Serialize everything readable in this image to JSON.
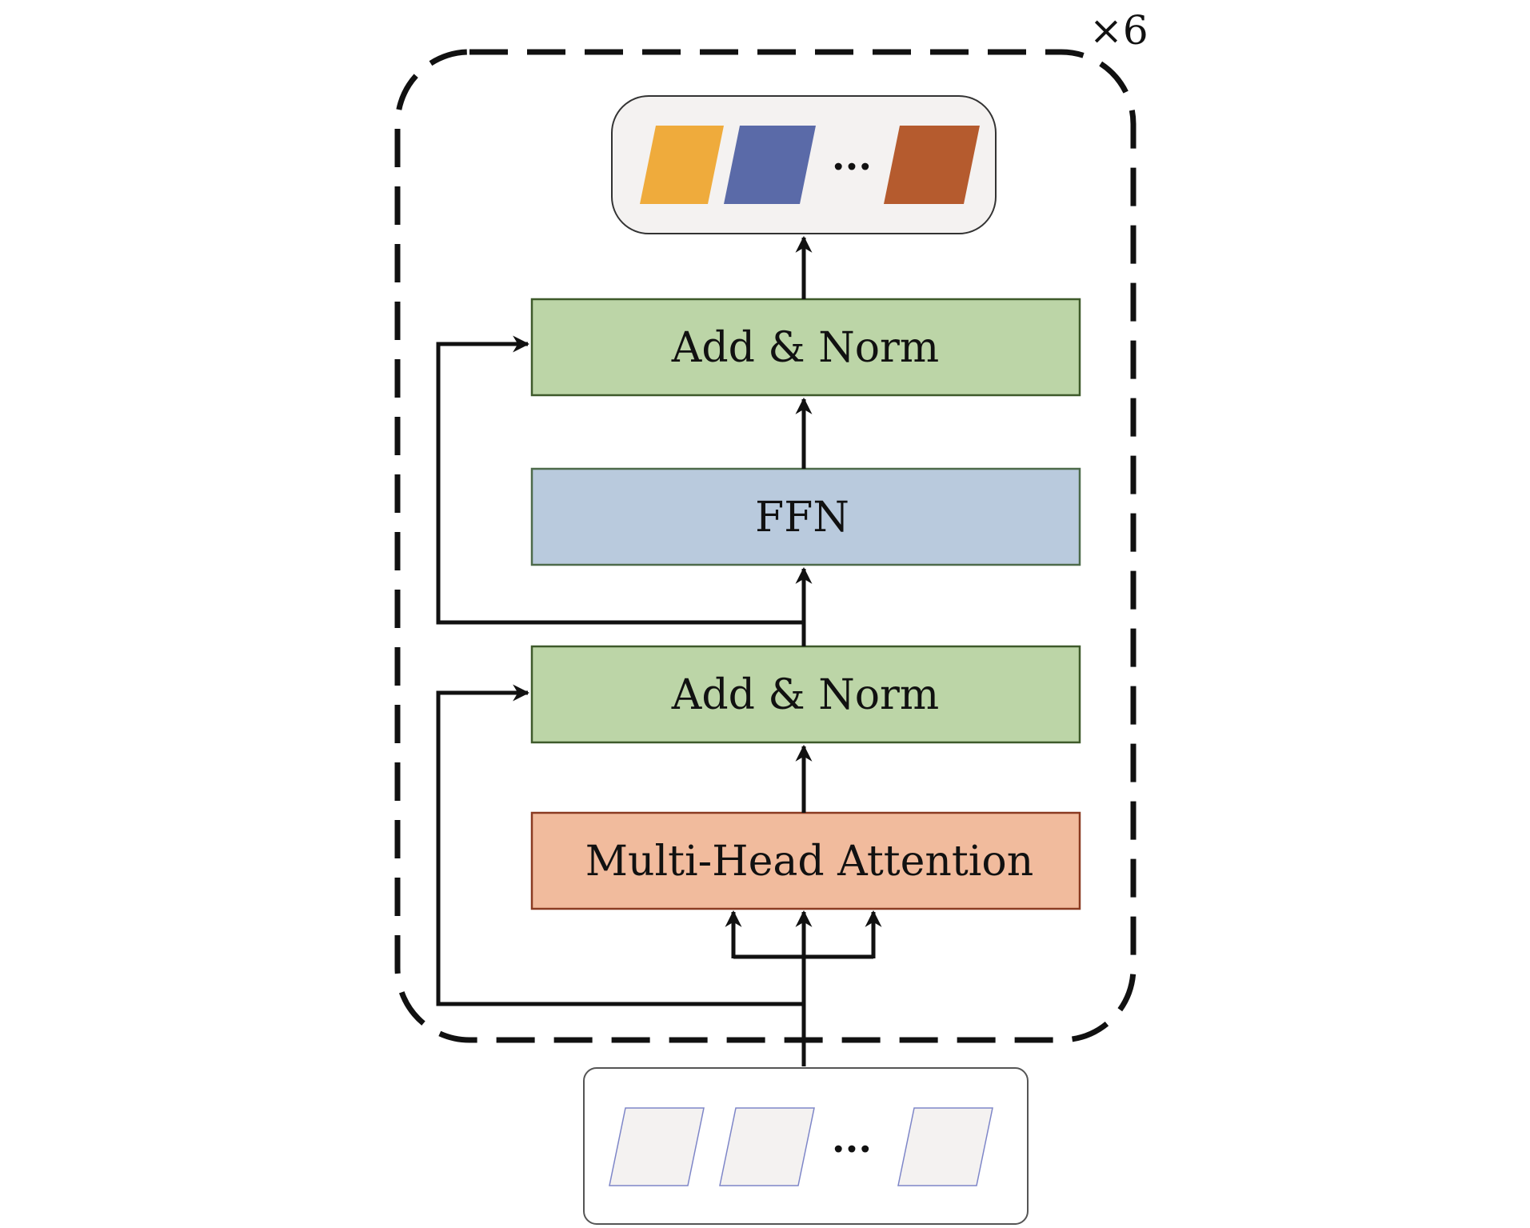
{
  "repeat_label": "×6",
  "output_tokens": {
    "ellipsis": "...",
    "colors": [
      "#EFAB3C",
      "#5A6AA8",
      "#B55B2E"
    ],
    "container_fill": "#F4F2F1"
  },
  "input_tokens": {
    "ellipsis": "...",
    "token_fill": "#F4F2F1",
    "token_stroke": "#7E86C8"
  },
  "blocks": {
    "add_norm_top": {
      "label": "Add & Norm",
      "fill": "#BCD5A7",
      "stroke": "#3E5A2A"
    },
    "ffn": {
      "label": "FFN",
      "fill": "#B9CADD",
      "stroke": "#4D6A4A"
    },
    "add_norm_bottom": {
      "label": "Add & Norm",
      "fill": "#BCD5A7",
      "stroke": "#3E5A2A"
    },
    "attention": {
      "label": "Multi-Head Attention",
      "fill": "#F1BB9D",
      "stroke": "#8A3B22"
    }
  }
}
